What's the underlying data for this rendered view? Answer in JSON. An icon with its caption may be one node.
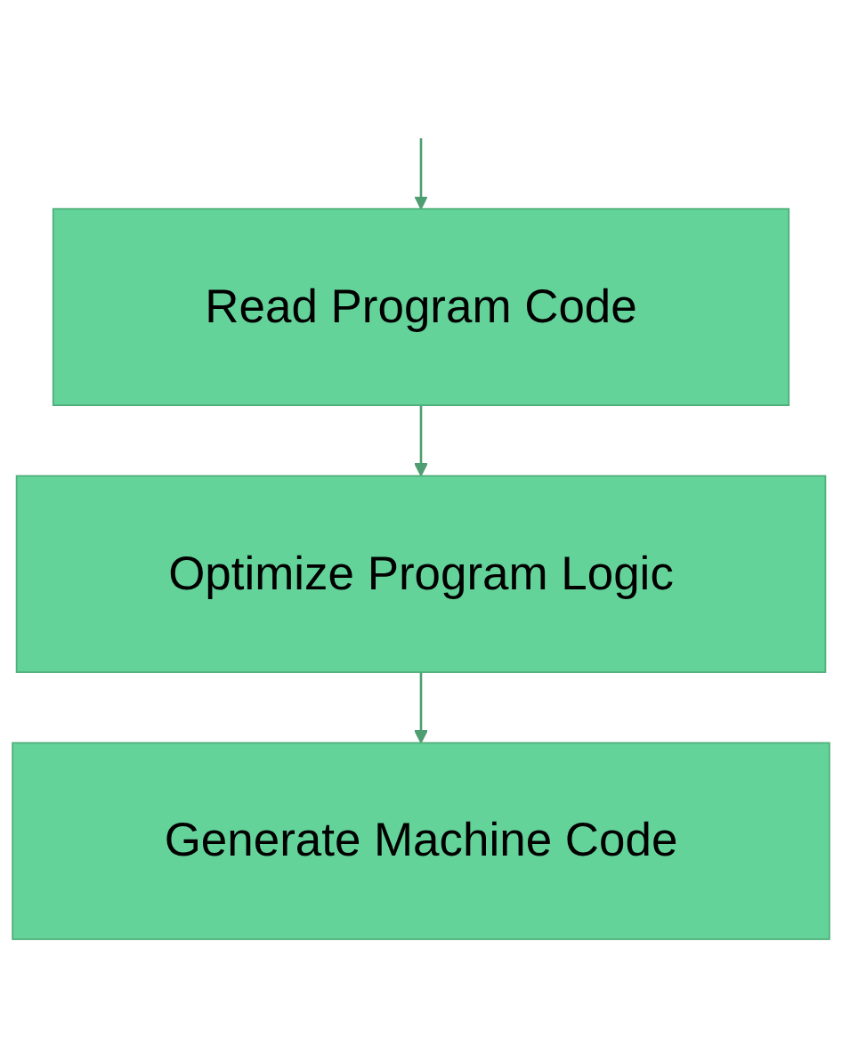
{
  "diagram": {
    "nodes": [
      {
        "text": [
          "Read Program Code"
        ]
      },
      {
        "text": [
          "Optimize Program Logic"
        ]
      },
      {
        "text": [
          "Generate Machine Code"
        ]
      }
    ],
    "edges": [
      {
        "from": null,
        "to": 0,
        "arrow": "to"
      },
      {
        "from": 0,
        "to": 1,
        "arrow": "to"
      },
      {
        "from": 1,
        "to": 2,
        "arrow": "to"
      }
    ]
  }
}
